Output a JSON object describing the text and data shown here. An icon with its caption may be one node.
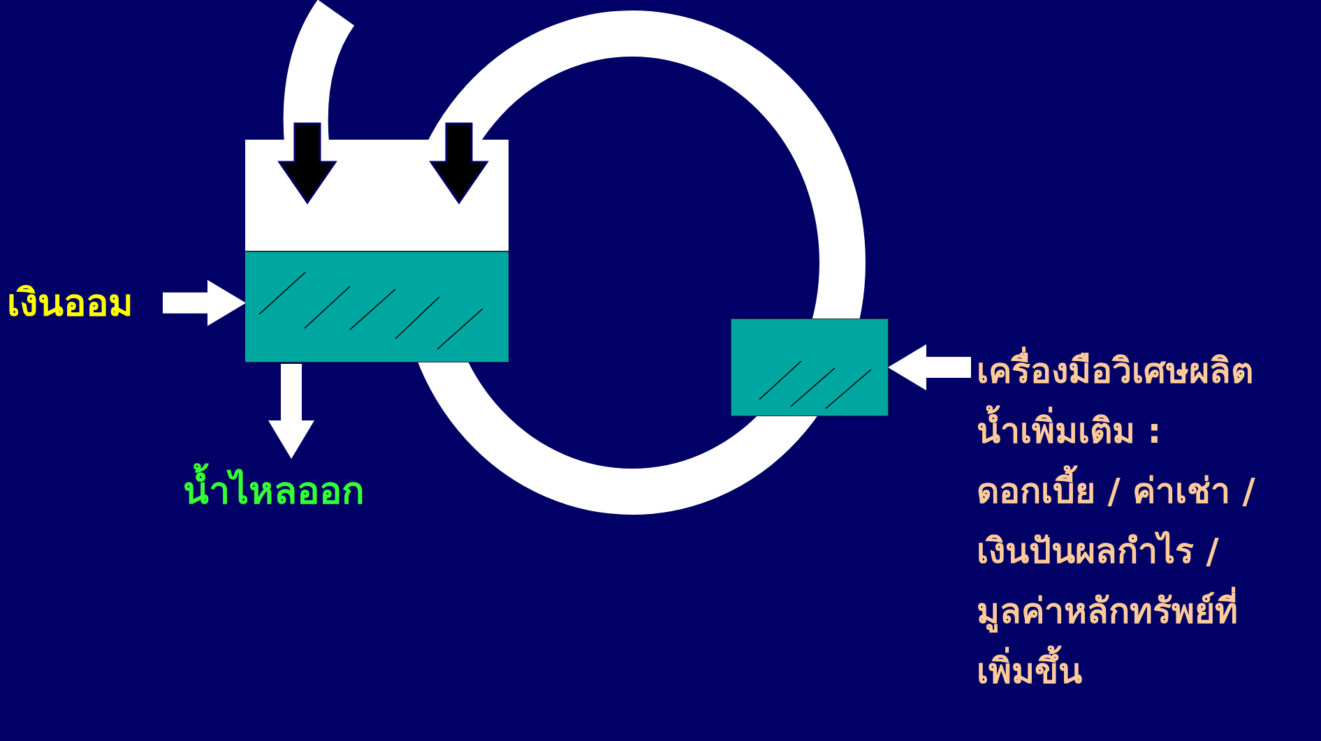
{
  "diagram": {
    "nodes": [
      {
        "text": [],
        "shape": "box"
      },
      {
        "text": [
          "เงินออม"
        ]
      },
      {
        "text": [
          "น้ำไหลออก"
        ]
      },
      {
        "text": [],
        "shape": "box"
      },
      {
        "text": [
          "เครื่องมือวิเศษผลิตน้ำเพิ่มเติม : ดอกเบี้ย / ค่าเช่า / เงินปันผลกำไร / มูลค่าหลักทรัพย์ที่เพิ่มขึ้น"
        ]
      }
    ],
    "edges": [
      {
        "from": 1,
        "to": 0,
        "arrow": "to"
      },
      {
        "from": 0,
        "to": 2,
        "arrow": "to"
      },
      {
        "from": 4,
        "to": 3,
        "arrow": "to"
      }
    ]
  }
}
